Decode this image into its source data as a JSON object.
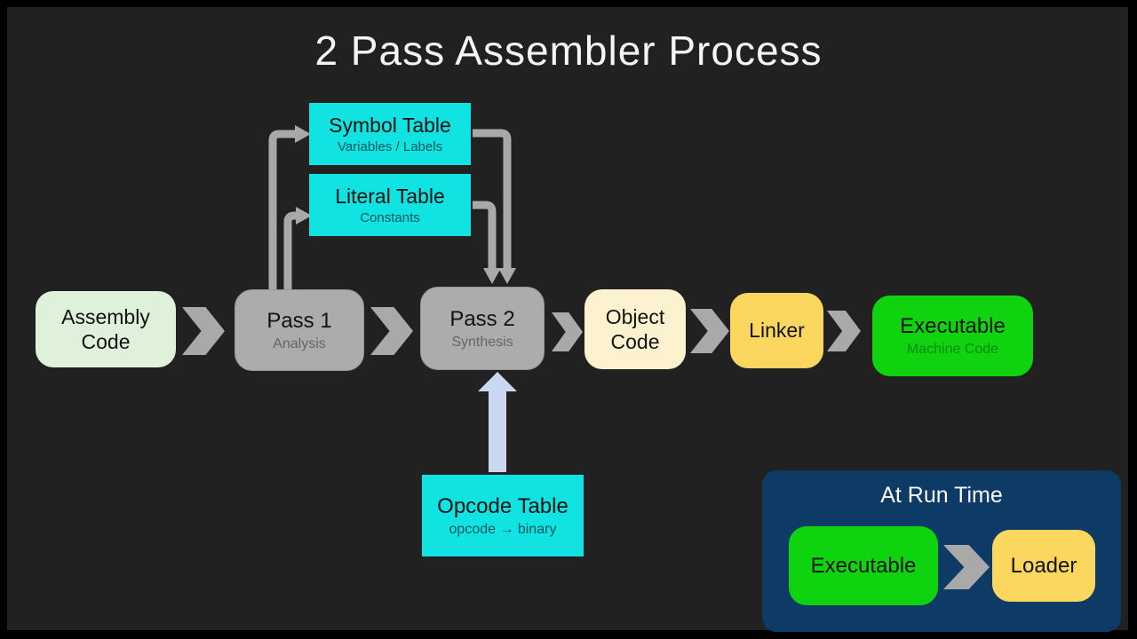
{
  "title": "2 Pass Assembler Process",
  "colors": {
    "background": "#212121",
    "frame": "#000000",
    "cyan": "#11e2e2",
    "gray_box": "#acacac",
    "light_green": "#e0f1db",
    "cream": "#fcf2cf",
    "yellow": "#fbd75f",
    "green": "#0ed30e",
    "navy": "#0e3a66",
    "arrow_gray": "#a9a9a9",
    "arrow_lavender": "#cbd6f0"
  },
  "tables": {
    "symbol": {
      "title": "Symbol Table",
      "subtitle": "Variables / Labels"
    },
    "literal": {
      "title": "Literal Table",
      "subtitle": "Constants"
    },
    "opcode": {
      "title": "Opcode Table",
      "subtitle": "opcode → binary"
    }
  },
  "pipeline": {
    "assembly_code": {
      "label": "Assembly Code"
    },
    "pass1": {
      "label": "Pass 1",
      "sublabel": "Analysis"
    },
    "pass2": {
      "label": "Pass 2",
      "sublabel": "Synthesis"
    },
    "object_code": {
      "label": "Object Code"
    },
    "linker": {
      "label": "Linker"
    },
    "executable": {
      "label": "Executable",
      "sublabel": "Machine Code"
    }
  },
  "run_time": {
    "title": "At Run Time",
    "executable_label": "Executable",
    "loader_label": "Loader"
  }
}
